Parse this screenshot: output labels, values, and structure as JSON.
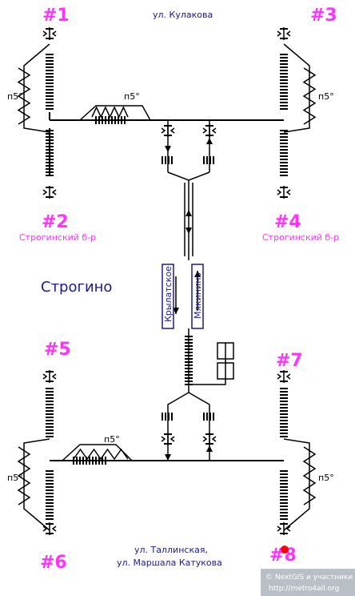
{
  "station": {
    "name": "Строгино"
  },
  "streets": {
    "top": "ул. Кулакова",
    "bottom_line1": "ул. Таллинская,",
    "bottom_line2": "ул. Маршала Катукова"
  },
  "exits": [
    {
      "label": "#1"
    },
    {
      "label": "#2",
      "street": "Строгинский б-р"
    },
    {
      "label": "#3"
    },
    {
      "label": "#4",
      "street": "Строгинский б-р"
    },
    {
      "label": "#5"
    },
    {
      "label": "#6"
    },
    {
      "label": "#7"
    },
    {
      "label": "#8"
    }
  ],
  "platforms": {
    "left": "Крылатское",
    "right": "Мякинино"
  },
  "ramp_label": "п5°",
  "copyright": {
    "line1": "© NextGIS и участники",
    "line2": "http://metro4all.org"
  },
  "colors": {
    "exit_number": "#ff33ff",
    "street_label": "#1a1a8c",
    "platform_border": "#1a1a8c",
    "marker": "#ff0000"
  }
}
